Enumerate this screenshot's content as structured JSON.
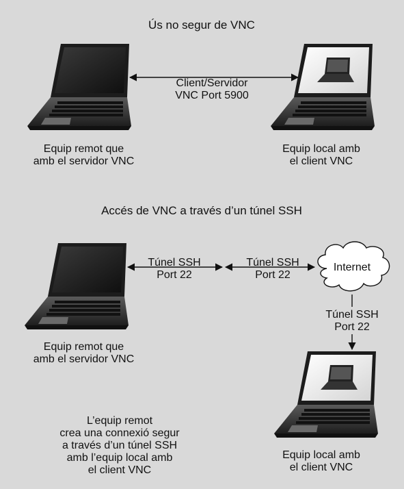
{
  "section1": {
    "title": "Ús no segur de VNC",
    "connection_label": "Client/Servidor\nVNC Port 5900",
    "remote_caption": "Equip remot que\namb el servidor VNC",
    "local_caption": "Equip local amb\nel client VNC"
  },
  "section2": {
    "title": "Accés de VNC a través d’un túnel SSH",
    "tunnel1_label": "Túnel SSH\nPort 22",
    "tunnel2_label": "Túnel SSH\nPort 22",
    "tunnel3_label": "Túnel SSH\nPort 22",
    "cloud_label": "Internet",
    "remote_caption": "Equip remot que\namb el servidor VNC",
    "local_caption": "Equip local amb\nel client VNC",
    "note": "L’equip remot\ncrea una connexió segur\na través d’un túnel SSH\namb l’equip local amb\nel client VNC"
  },
  "icons": [
    "laptop-icon",
    "cloud-icon",
    "arrow-icon"
  ],
  "colors": {
    "background": "#d9d9d9",
    "laptop_body": "#2b2b2b",
    "screen_dark": "#1a1a1a",
    "screen_light": "#f4f4f4"
  }
}
